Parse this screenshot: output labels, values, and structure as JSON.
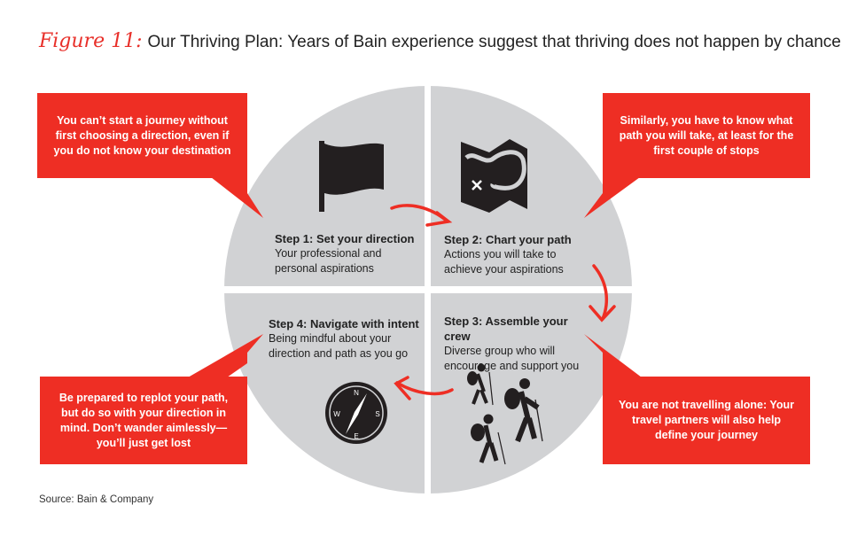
{
  "title": {
    "figure_label": "Figure 11:",
    "text": "Our Thriving Plan: Years of Bain experience suggest that thriving does not happen by chance"
  },
  "steps": [
    {
      "title": "Step 1: Set your direction",
      "desc": "Your professional and personal aspirations",
      "icon": "flag-icon"
    },
    {
      "title": "Step 2: Chart your path",
      "desc": "Actions you will take to achieve your aspirations",
      "icon": "map-icon"
    },
    {
      "title": "Step 3: Assemble your crew",
      "desc": "Diverse group who will encourage and support you",
      "icon": "hikers-icon"
    },
    {
      "title": "Step 4: Navigate with intent",
      "desc": "Being mindful about your direction and path as you go",
      "icon": "compass-icon"
    }
  ],
  "compass": {
    "n": "N",
    "w": "W",
    "s": "S",
    "e": "E"
  },
  "callouts": {
    "top_left": "You can’t start a journey without first choosing a direction, even if you do not know your destination",
    "top_right": "Similarly, you have to know what path you will take, at least for the first couple of stops",
    "bottom_left": "Be prepared to replot your path, but do so with your direction in mind. Don’t wander aimlessly—you’ll just get lost",
    "bottom_right": "You are not travelling alone: Your travel partners will also help define your journey"
  },
  "source": "Source: Bain & Company",
  "colors": {
    "accent": "#ee2e24",
    "circle": "#d1d2d4",
    "icon": "#231f20"
  }
}
